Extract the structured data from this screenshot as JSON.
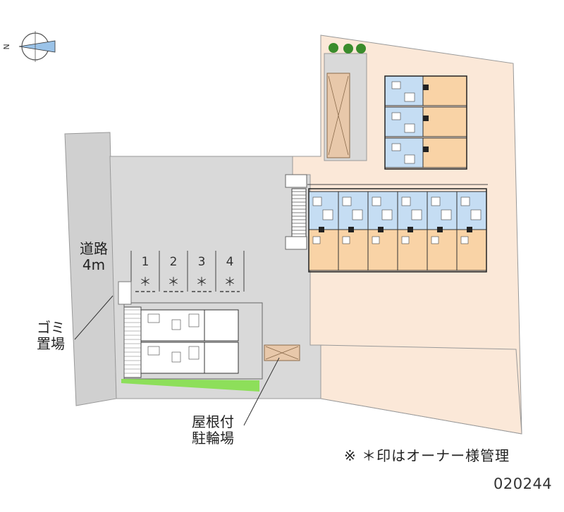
{
  "map": {
    "road_label": "道路\n4m",
    "trash_label": "ゴミ\n置場",
    "bike_parking_label": "屋根付\n駐輪場",
    "owner_note": "※ ＊印はオーナー様管理",
    "property_code": "020244",
    "north_label": "N"
  },
  "parking": {
    "slots": [
      {
        "number": "1",
        "mark": "＊"
      },
      {
        "number": "2",
        "mark": "＊"
      },
      {
        "number": "3",
        "mark": "＊"
      },
      {
        "number": "4",
        "mark": "＊"
      }
    ]
  },
  "colors": {
    "site_fill": "#fbe8d8",
    "paved": "#d9d9d9",
    "road": "#d0d0d0",
    "room_blue": "#c5ddf3",
    "room_orange": "#f9d3a6",
    "grass": "#8ddf5a",
    "tree": "#3a8c2c",
    "bike_roof": "#e8c8aa"
  }
}
